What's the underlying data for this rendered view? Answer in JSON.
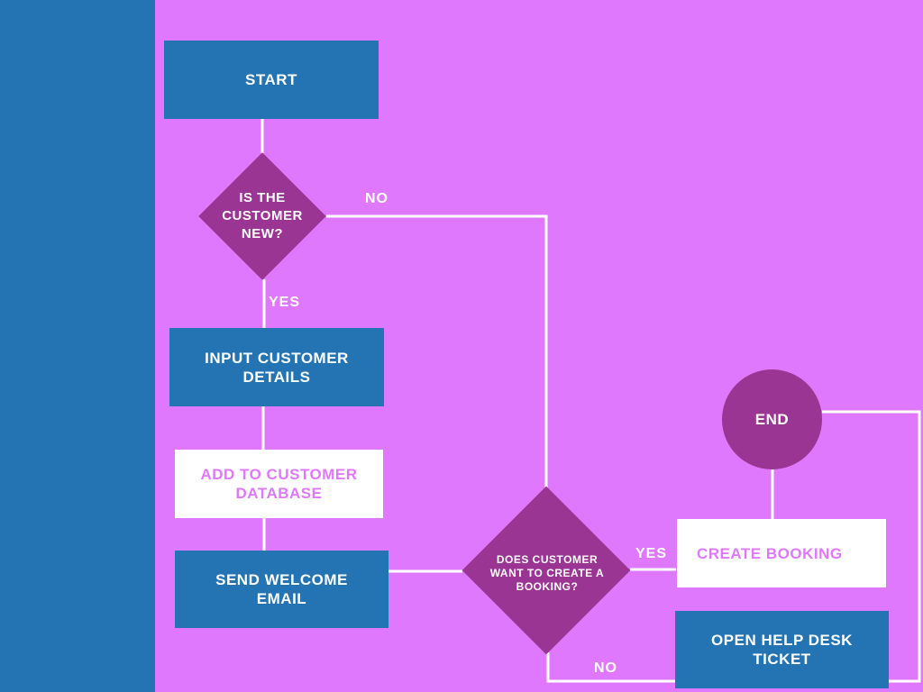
{
  "colors": {
    "background": "#df78fc",
    "sidebar": "#2474b4",
    "process_box": "#2474b4",
    "decision": "#9b3593",
    "highlight_box": "#ffffff",
    "highlight_text": "#df78fc",
    "line": "#ffffff"
  },
  "nodes": {
    "start": "START",
    "decision_new": "IS THE CUSTOMER NEW?",
    "input_details": "INPUT CUSTOMER DETAILS",
    "add_database": "ADD TO CUSTOMER DATABASE",
    "send_email": "SEND WELCOME EMAIL",
    "decision_booking": "DOES CUSTOMER WANT TO CREATE A BOOKING?",
    "create_booking": "CREATE BOOKING",
    "help_desk": "OPEN HELP DESK TICKET",
    "end": "END"
  },
  "edges": {
    "new_no": "NO",
    "new_yes": "YES",
    "booking_yes": "YES",
    "booking_no": "NO"
  }
}
